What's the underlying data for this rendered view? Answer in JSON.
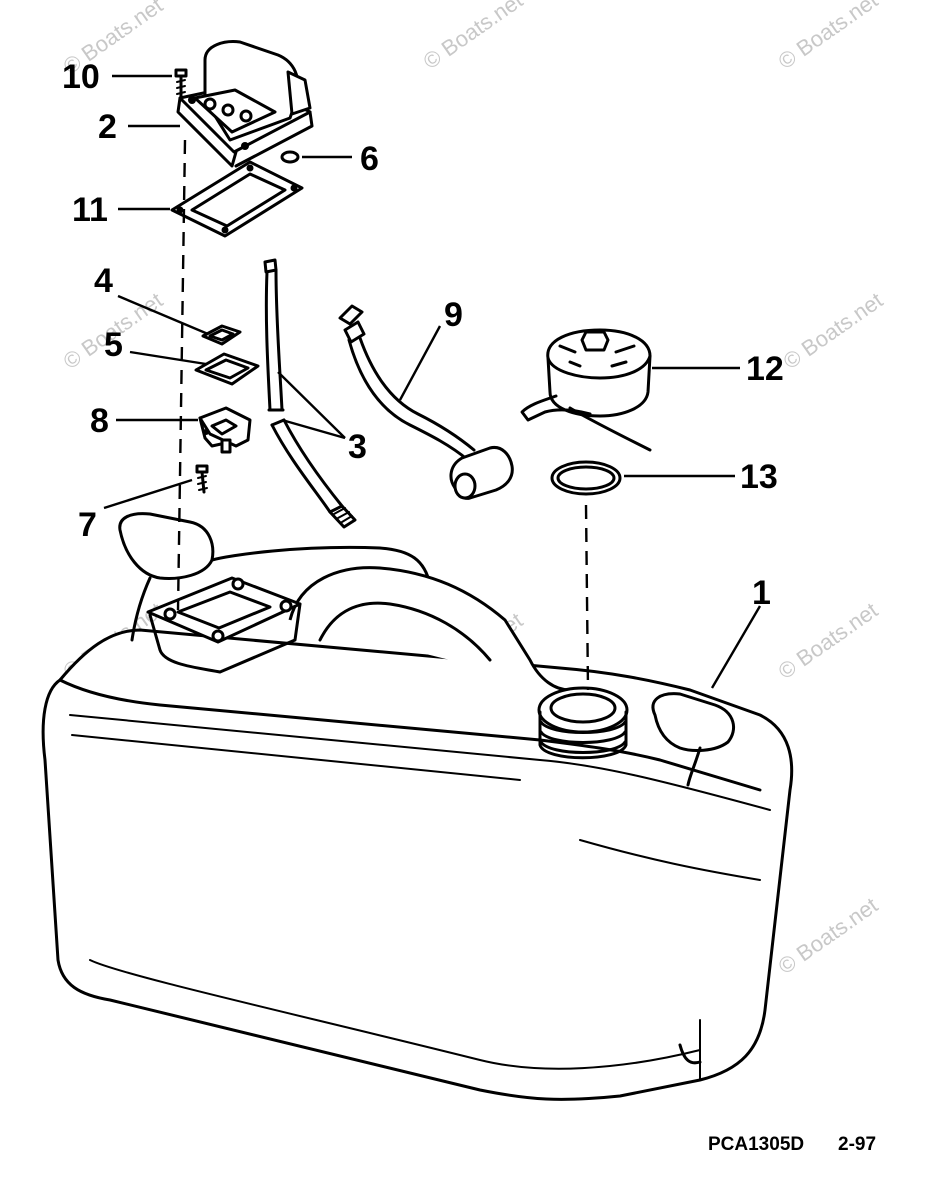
{
  "callouts": {
    "c1": "1",
    "c2": "2",
    "c3": "3",
    "c4": "4",
    "c5": "5",
    "c6": "6",
    "c7": "7",
    "c8": "8",
    "c9": "9",
    "c10": "10",
    "c11": "11",
    "c12": "12",
    "c13": "13"
  },
  "watermark": "© Boats.net",
  "footer": {
    "code": "PCA1305D",
    "date": "2-97"
  }
}
